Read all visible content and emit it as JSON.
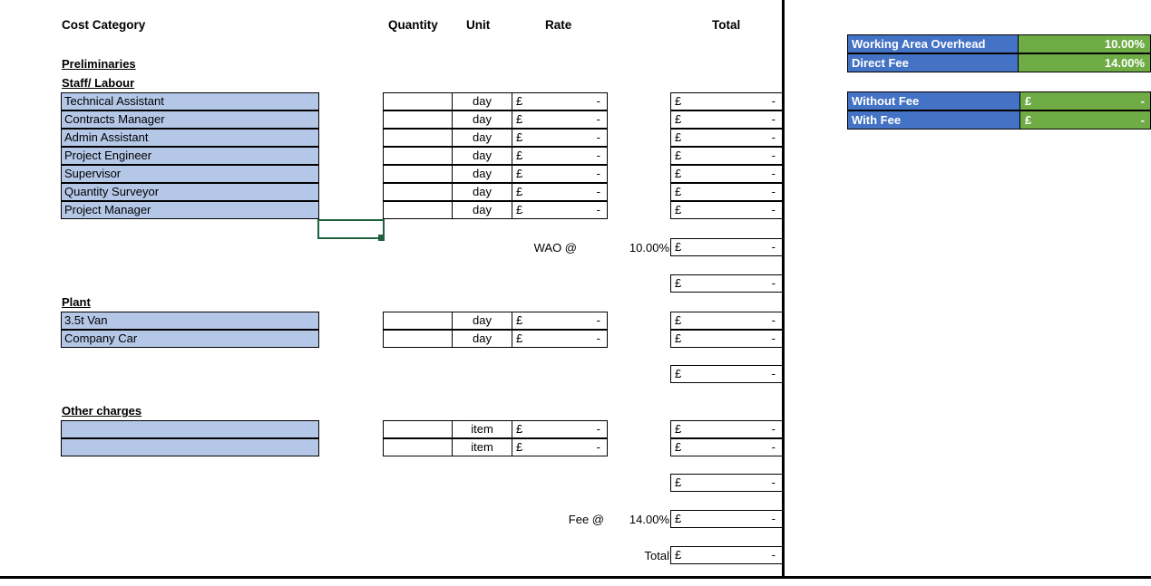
{
  "sheet": {
    "headers": {
      "cost_category": "Cost Category",
      "quantity": "Quantity",
      "unit": "Unit",
      "rate": "Rate",
      "total": "Total"
    },
    "sections": [
      {
        "id": "preliminaries",
        "title": "Preliminaries"
      },
      {
        "id": "staff_labour",
        "title": "Staff/ Labour"
      },
      {
        "id": "plant",
        "title": "Plant"
      },
      {
        "id": "other_charges",
        "title": "Other charges"
      }
    ],
    "currency_symbol": "£",
    "blank_value": "-",
    "staff_labour_rows": [
      {
        "name": "Technical Assistant",
        "quantity": "",
        "unit": "day",
        "rate_currency": "£",
        "rate_value": "-",
        "total_currency": "£",
        "total_value": "-"
      },
      {
        "name": "Contracts Manager",
        "quantity": "",
        "unit": "day",
        "rate_currency": "£",
        "rate_value": "-",
        "total_currency": "£",
        "total_value": "-"
      },
      {
        "name": "Admin Assistant",
        "quantity": "",
        "unit": "day",
        "rate_currency": "£",
        "rate_value": "-",
        "total_currency": "£",
        "total_value": "-"
      },
      {
        "name": "Project Engineer",
        "quantity": "",
        "unit": "day",
        "rate_currency": "£",
        "rate_value": "-",
        "total_currency": "£",
        "total_value": "-"
      },
      {
        "name": "Supervisor",
        "quantity": "",
        "unit": "day",
        "rate_currency": "£",
        "rate_value": "-",
        "total_currency": "£",
        "total_value": "-"
      },
      {
        "name": "Quantity Surveyor",
        "quantity": "",
        "unit": "day",
        "rate_currency": "£",
        "rate_value": "-",
        "total_currency": "£",
        "total_value": "-"
      },
      {
        "name": "Project Manager",
        "quantity": "",
        "unit": "day",
        "rate_currency": "£",
        "rate_value": "-",
        "total_currency": "£",
        "total_value": "-"
      }
    ],
    "plant_rows": [
      {
        "name": "3.5t Van",
        "quantity": "",
        "unit": "day",
        "rate_currency": "£",
        "rate_value": "-",
        "total_currency": "£",
        "total_value": "-"
      },
      {
        "name": "Company Car",
        "quantity": "",
        "unit": "day",
        "rate_currency": "£",
        "rate_value": "-",
        "total_currency": "£",
        "total_value": "-"
      }
    ],
    "other_charges_rows": [
      {
        "name": "",
        "quantity": "",
        "unit": "item",
        "rate_currency": "£",
        "rate_value": "-",
        "total_currency": "£",
        "total_value": "-"
      },
      {
        "name": "",
        "quantity": "",
        "unit": "item",
        "rate_currency": "£",
        "rate_value": "-",
        "total_currency": "£",
        "total_value": "-"
      }
    ],
    "calc_rows": {
      "wao": {
        "label": "WAO @",
        "percent": "10.00%",
        "currency": "£",
        "value": "-"
      },
      "staff_subtotal": {
        "currency": "£",
        "value": "-"
      },
      "plant_subtotal": {
        "currency": "£",
        "value": "-"
      },
      "other_subtotal": {
        "currency": "£",
        "value": "-"
      },
      "fee": {
        "label": "Fee @",
        "percent": "14.00%",
        "currency": "£",
        "value": "-"
      },
      "total": {
        "label": "Total",
        "currency": "£",
        "value": "-"
      }
    }
  },
  "summary_panel": {
    "rates": [
      {
        "label": "Working Area Overhead",
        "value": "10.00%"
      },
      {
        "label": "Direct Fee",
        "value": "14.00%"
      }
    ],
    "totals": [
      {
        "label": "Without Fee",
        "currency": "£",
        "value": "-"
      },
      {
        "label": "With Fee",
        "currency": "£",
        "value": "-"
      }
    ]
  },
  "theme": {
    "item_fill": "#B4C7E7",
    "summary_label_fill": "#4473C5",
    "summary_value_fill": "#6FAC46",
    "selection_border": "#206040",
    "grid_line": "#000000"
  },
  "selection": {
    "active_cell_present": true
  }
}
